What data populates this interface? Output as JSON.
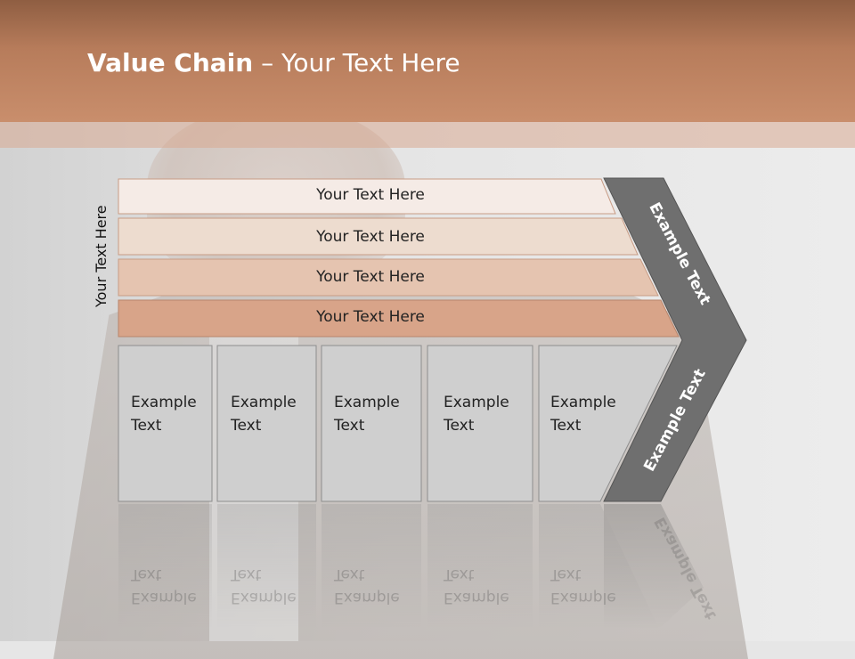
{
  "slide": {
    "title_bold": "Value Chain",
    "title_rest": " – Your Text Here",
    "side_label": "Your Text Here"
  },
  "bars": [
    {
      "label": "Your Text Here",
      "color": "#f5ebe6"
    },
    {
      "label": "Your Text Here",
      "color": "#eddccf"
    },
    {
      "label": "Your Text Here",
      "color": "#e5c4b0"
    },
    {
      "label": "Your Text Here",
      "color": "#d8a489"
    }
  ],
  "boxes": [
    {
      "line1": "Example",
      "line2": "Text"
    },
    {
      "line1": "Example",
      "line2": "Text"
    },
    {
      "line1": "Example",
      "line2": "Text"
    },
    {
      "line1": "Example",
      "line2": "Text"
    },
    {
      "line1": "Example",
      "line2": "Text"
    }
  ],
  "chevron": {
    "upper_label": "Example Text",
    "lower_label": "Example Text",
    "color": "#6f6f6f"
  },
  "colors": {
    "header": "#c08464",
    "box_fill": "#cfcfcf"
  }
}
